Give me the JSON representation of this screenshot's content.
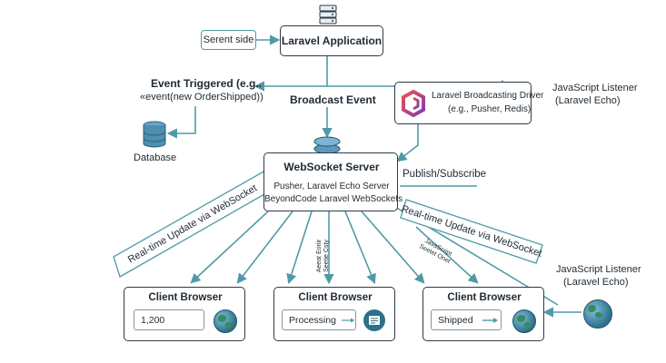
{
  "server_side_label": "Serent side",
  "laravel_app": {
    "label": "Laravel Application"
  },
  "event": {
    "title": "Event Triggered (e.g..",
    "code": "«event(new OrderShipped))"
  },
  "database_label": "Database",
  "broadcast_event_label": "Broadcast Event",
  "driver": {
    "line1": "Laravel Broadcasting Driver",
    "line2": "(e.g., Pusher, Redis)"
  },
  "js_listener_top": {
    "line1": "JavaScript Listener",
    "line2": "(Laravel Echo)"
  },
  "websocket_server": {
    "title": "WebSocket Server",
    "line1": "Pusher, Laravel Echo Server",
    "line2": "BeyondCode Laravel WebSockets"
  },
  "publish_subscribe_label": "Publish/Subscribe",
  "realtime_left_label": "Real-time Update via WebSocket",
  "realtime_right_label": "Real-time Update via WebSocket",
  "small_label_1": {
    "line1": "Aeeat Eoriir",
    "line2": "Seetie Csty"
  },
  "small_label_2": {
    "line1": "JavaScript",
    "line2": "Seetet Onet"
  },
  "js_listener_bottom": {
    "line1": "JavaScript Listener",
    "line2": "(Laravel Echo)"
  },
  "clients": [
    {
      "title": "Client Browser",
      "value": "1,200"
    },
    {
      "title": "Client Browser",
      "value": "Processing"
    },
    {
      "title": "Client Browser",
      "value": "Shipped"
    }
  ],
  "colors": {
    "arrow": "#4f9aa6",
    "border": "#2d3b45",
    "db": "#4f8fb0"
  },
  "icons": [
    "server-rack-icon",
    "database-icon",
    "laravel-logo-icon",
    "server-stack-icon",
    "globe-icon",
    "receipt-icon",
    "arrow-right-icon"
  ]
}
